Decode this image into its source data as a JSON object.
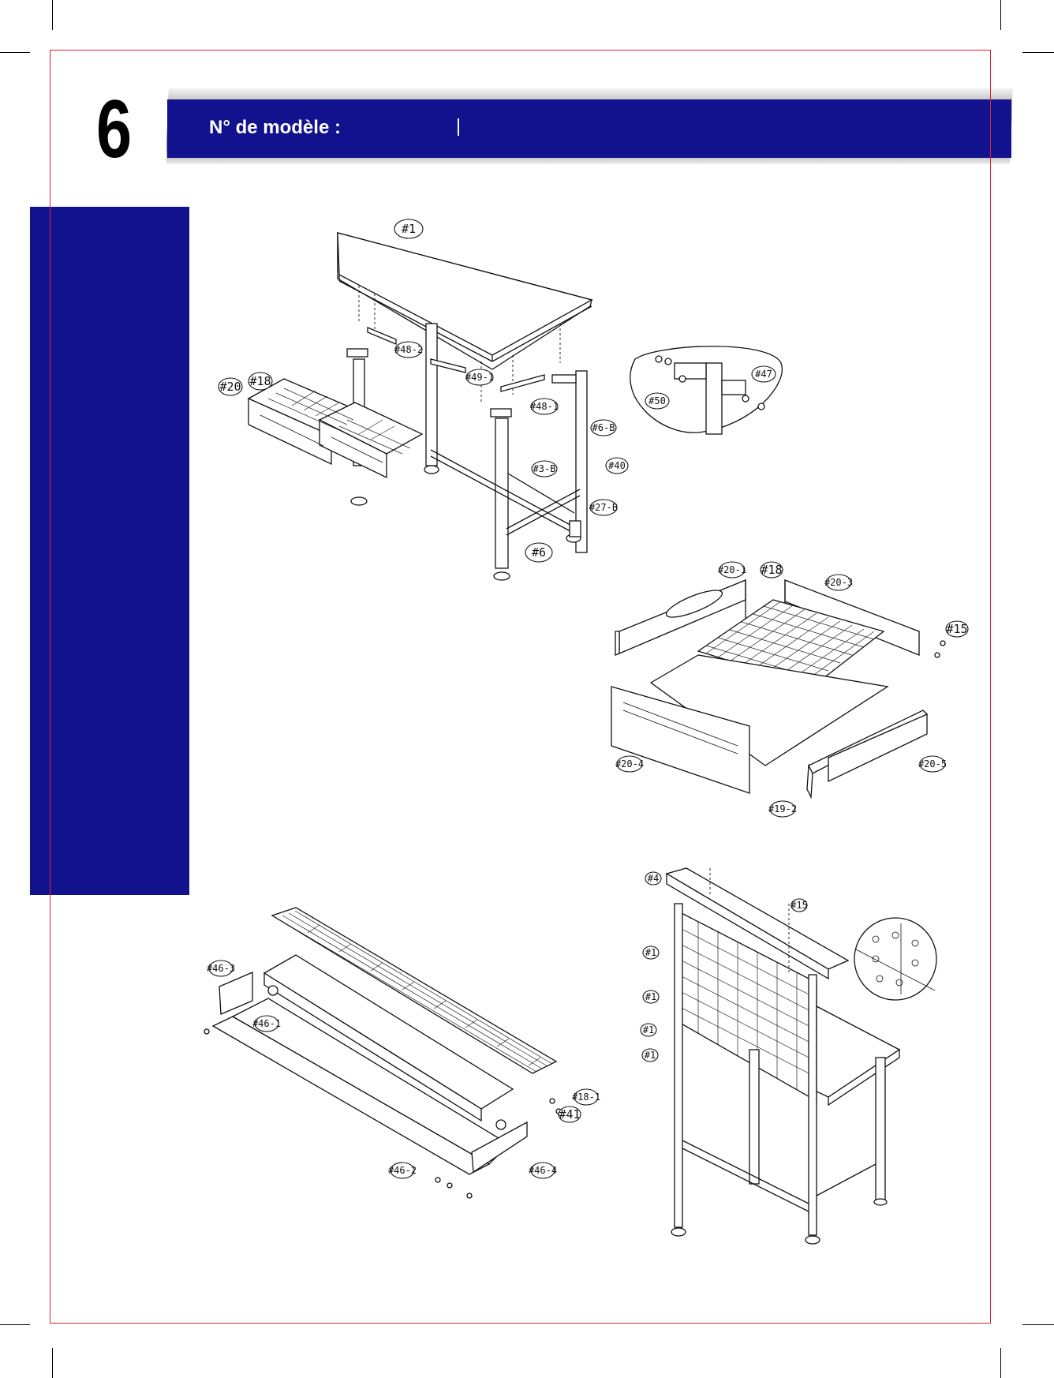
{
  "page": {
    "number": "6",
    "model_label": "N° de modèle :"
  },
  "figures": {
    "workbench": {
      "callouts": [
        "#1",
        "#48-2",
        "#49-1",
        "#48-1",
        "#20",
        "#18",
        "#6-B",
        "#3-B",
        "#40",
        "#27-B",
        "#6"
      ]
    },
    "bracket_detail": {
      "callouts": [
        "#47",
        "#50"
      ]
    },
    "drawer": {
      "callouts": [
        "#20-1",
        "#18",
        "#20-3",
        "#15",
        "#20-4",
        "#19-2",
        "#20-5"
      ]
    },
    "shelf": {
      "callouts": [
        "#46-3",
        "#46-1",
        "#18-1",
        "#41",
        "#46-2",
        "#46-4"
      ]
    },
    "pegboard_bench": {
      "callouts": [
        "#4",
        "#15",
        "#1",
        "#1",
        "#1",
        "#1"
      ]
    }
  }
}
